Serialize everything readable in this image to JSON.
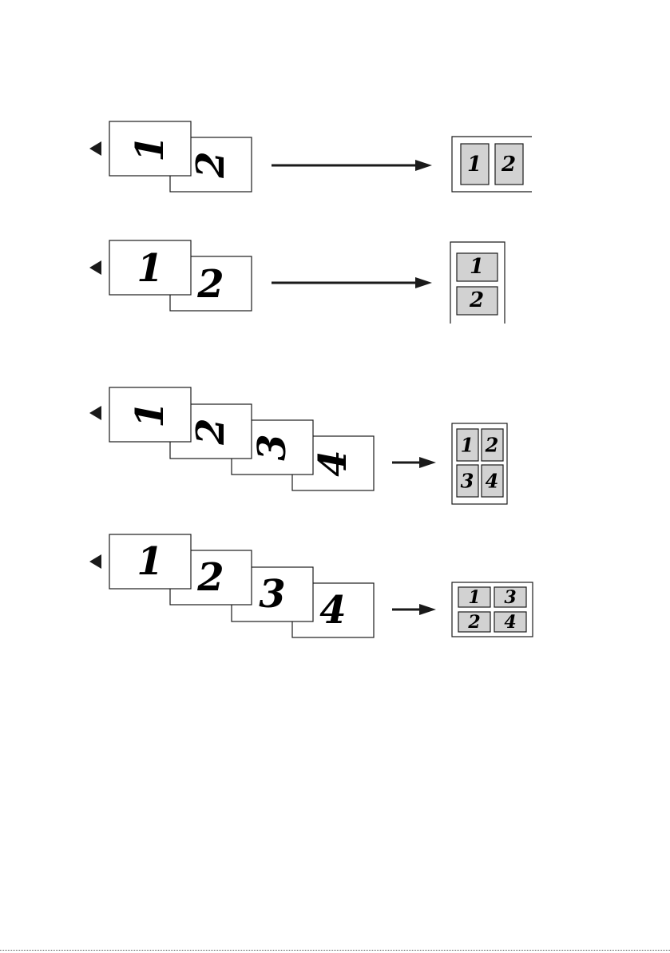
{
  "colors": {
    "ink": "#1a1a1a",
    "cell_fill": "#d2d2d2",
    "paper": "#ffffff"
  },
  "diagrams": [
    {
      "name": "two-in-one-portrait-to-landscape",
      "source_pages": [
        "1",
        "2"
      ],
      "output_cells": [
        "1",
        "2"
      ]
    },
    {
      "name": "two-in-one-landscape-to-portrait",
      "source_pages": [
        "1",
        "2"
      ],
      "output_cells": [
        "1",
        "2"
      ]
    },
    {
      "name": "four-in-one-portrait",
      "source_pages": [
        "1",
        "2",
        "3",
        "4"
      ],
      "output_cells": [
        "1",
        "2",
        "3",
        "4"
      ]
    },
    {
      "name": "four-in-one-landscape",
      "source_pages": [
        "1",
        "2",
        "3",
        "4"
      ],
      "output_cells": [
        "1",
        "3",
        "2",
        "4"
      ]
    }
  ]
}
